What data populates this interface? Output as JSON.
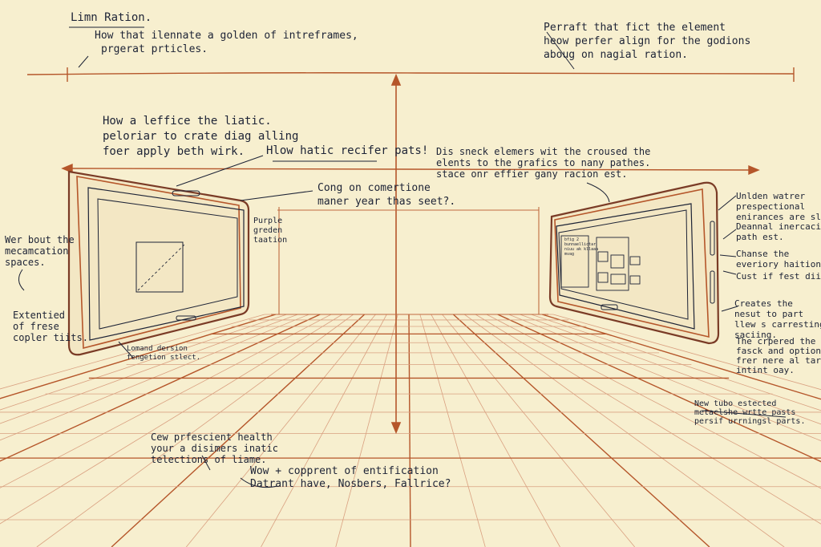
{
  "colors": {
    "paper": "#f7efcf",
    "ink": "#1d2336",
    "rust": "#b5562a",
    "grid": "#d9a080"
  },
  "notes": {
    "title": "Limn Ration.",
    "top_left": [
      "How that ilennate a golden of intreframes,",
      "prgerat prticles."
    ],
    "top_right": [
      "Perraft that fict the element",
      "heow perfer align for the godions",
      "aboug on nagial ration."
    ],
    "mid_left": [
      "How a leffice the liatic.",
      "peloriar to crate diag alling",
      "foer apply beth wirk."
    ],
    "mid_callout": "Hlow hatic recifer pats!",
    "center_callout": [
      "Cong on comertione",
      "maner year thas seet?."
    ],
    "right_callout": [
      "Dis sneck elemers wit the croused the",
      "elents to the grafics to nany pathes.",
      "stace onr effier gany racion est."
    ],
    "purple": [
      "Purple",
      "greden",
      "taation"
    ],
    "far_left_top": [
      "Wer bout the",
      "mecamcation",
      "spaces."
    ],
    "far_left_bottom": [
      "Extentied",
      "of frese",
      "copler tiits."
    ],
    "left_screen_caption": [
      "Lomand dersion",
      "fengetion stlect."
    ],
    "right_col_1": [
      "Unlden watrer",
      "prespectional",
      "enirances are slenes"
    ],
    "right_col_2": [
      "Deannal inercacing",
      "path est."
    ],
    "right_col_3": [
      "Chanse the",
      "everiory haition."
    ],
    "right_col_4": "Cust if fest diing.",
    "right_col_5": [
      "Creates the",
      "nesut to part",
      "llew s carresting",
      "saciing."
    ],
    "right_col_6": [
      "The crpered the",
      "fasck and option",
      "frer nere al target",
      "intint oay."
    ],
    "bottom_right": [
      "New tubo estected",
      "metaclshe wrtte pasts",
      "persif urrningsl parts."
    ],
    "bottom_left": [
      "Cew prfescient health",
      "your a disimers inatic",
      "telections of liame."
    ],
    "bottom_center": [
      "Wow + copprent of entification",
      "Datrant have, Nosbers, Fallrice?"
    ],
    "tablet_right_label": [
      "bfig 2",
      "bunnaellictar",
      "niuu ak kllaaa",
      "mvag"
    ]
  }
}
